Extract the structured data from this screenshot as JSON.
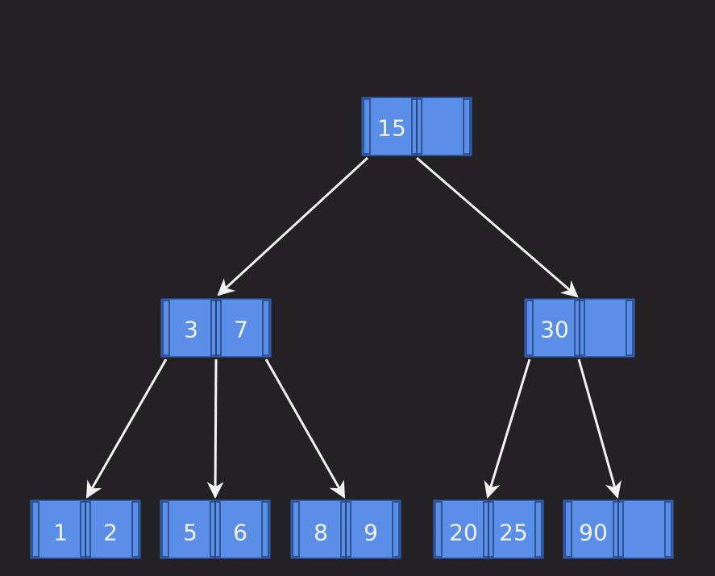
{
  "colors": {
    "background": "#232123",
    "node_fill": "#5b8ee6",
    "node_border": "#2b4f96",
    "edge": "#f2f2f2",
    "text": "#f4f4f4"
  },
  "tree": {
    "root": {
      "keys": [
        "15",
        ""
      ],
      "children": [
        {
          "keys": [
            "3",
            "7"
          ],
          "children": [
            {
              "keys": [
                "1",
                "2"
              ]
            },
            {
              "keys": [
                "5",
                "6"
              ]
            },
            {
              "keys": [
                "8",
                "9"
              ]
            }
          ]
        },
        {
          "keys": [
            "30",
            ""
          ],
          "children": [
            {
              "keys": [
                "20",
                "25"
              ]
            },
            {
              "keys": [
                "90",
                ""
              ]
            }
          ]
        }
      ]
    }
  }
}
